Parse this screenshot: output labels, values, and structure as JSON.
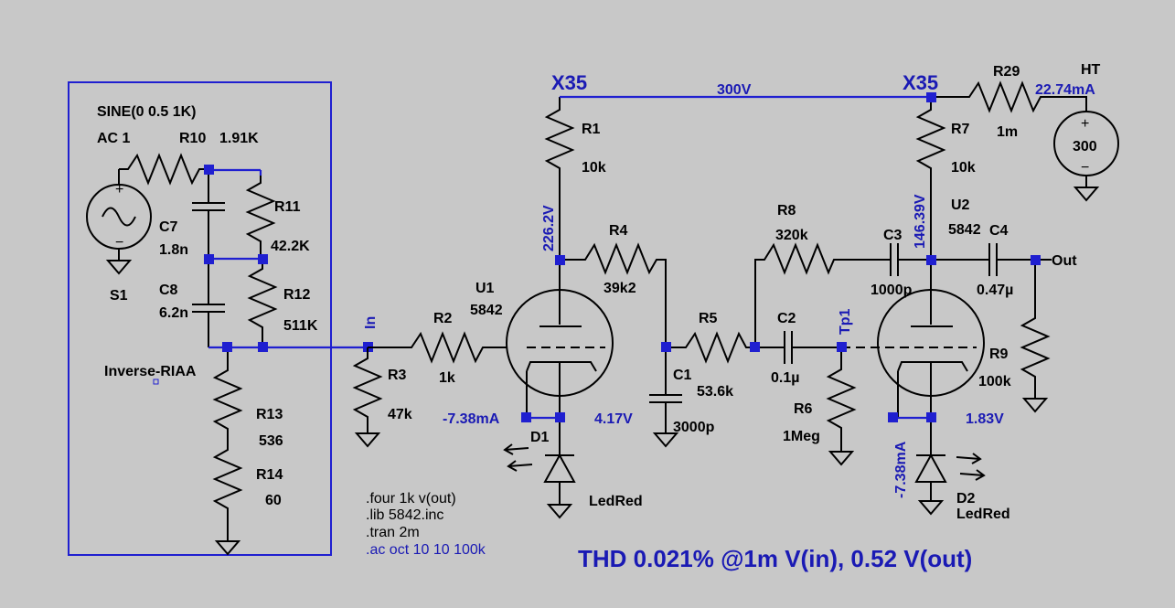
{
  "nets": {
    "x35_left": "X35",
    "x35_right": "X35",
    "rail": "300V",
    "in": "In",
    "tp1": "Tp1",
    "out": "Out",
    "ht": "HT",
    "inverse_riaa": "Inverse-RIAA"
  },
  "source": {
    "line1": "SINE(0 0.5 1K)",
    "line2": "AC 1",
    "name": "S1"
  },
  "components": {
    "r10": {
      "name": "R10",
      "value": "1.91K"
    },
    "r11": {
      "name": "R11",
      "value": "42.2K"
    },
    "r12": {
      "name": "R12",
      "value": "511K"
    },
    "r13": {
      "name": "R13",
      "value": "536"
    },
    "r14": {
      "name": "R14",
      "value": "60"
    },
    "c7": {
      "name": "C7",
      "value": "1.8n"
    },
    "c8": {
      "name": "C8",
      "value": "6.2n"
    },
    "r1": {
      "name": "R1",
      "value": "10k"
    },
    "r2": {
      "name": "R2",
      "value": "1k"
    },
    "r3": {
      "name": "R3",
      "value": "47k"
    },
    "r4": {
      "name": "R4",
      "value": "39k2"
    },
    "r5": {
      "name": "R5",
      "value": "53.6k"
    },
    "c1": {
      "name": "C1",
      "value": "3000p"
    },
    "c2": {
      "name": "C2",
      "value": "0.1µ"
    },
    "r6": {
      "name": "R6",
      "value": "1Meg"
    },
    "r8": {
      "name": "R8",
      "value": "320k"
    },
    "c3": {
      "name": "C3",
      "value": "1000p"
    },
    "r7": {
      "name": "R7",
      "value": "10k"
    },
    "c4": {
      "name": "C4",
      "value": "0.47µ"
    },
    "r9": {
      "name": "R9",
      "value": "100k"
    },
    "r29": {
      "name": "R29",
      "value": "1m"
    },
    "ht_source": {
      "value": "300"
    },
    "u1": {
      "name": "U1",
      "value": "5842"
    },
    "u2": {
      "name": "U2",
      "value": "5842"
    },
    "d1": {
      "name": "D1",
      "value": "LedRed"
    },
    "d2": {
      "name": "D2",
      "value": "LedRed"
    }
  },
  "probes": {
    "v_plate1": "226.2V",
    "v_plate2": "146.39V",
    "i_cath1": "-7.38mA",
    "v_cath1": "4.17V",
    "i_cath2": "-7.38mA",
    "v_cath2": "1.83V",
    "i_ht": "22.74mA"
  },
  "directives": {
    "four": ".four 1k v(out)",
    "lib": ".lib 5842.inc",
    "tran": ".tran 2m",
    "ac": ".ac oct 10 10 100k"
  },
  "result": "THD 0.021% @1m V(in), 0.52 V(out)",
  "colors": {
    "background": "#c8c8c8",
    "wire": "#1f1fd0",
    "net_label": "#1a1ab4",
    "component": "#000000"
  }
}
